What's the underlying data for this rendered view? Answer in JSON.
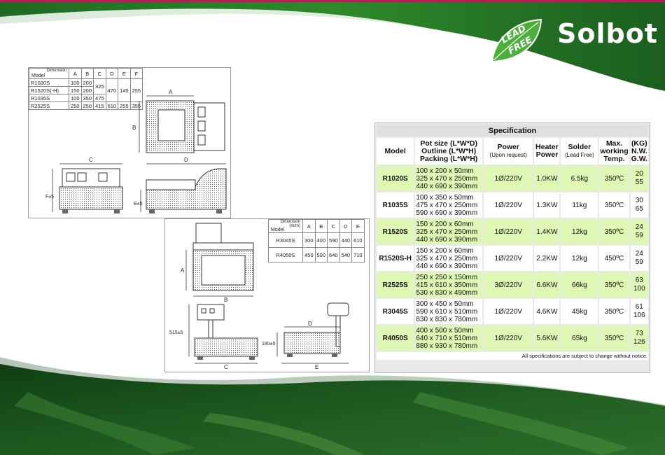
{
  "brand": {
    "name": "Solbot",
    "badge_line1": "LEAD",
    "badge_line2": "FREE"
  },
  "dimension_table_1": {
    "header_corner_top": "Dimension",
    "header_corner_bottom": "Model",
    "columns": [
      "A",
      "B",
      "C",
      "D",
      "E",
      "F"
    ],
    "rows": [
      {
        "model": "R1020S",
        "a": "100",
        "b": "200"
      },
      {
        "model": "R1520S(-H)",
        "a": "150",
        "b": "200"
      },
      {
        "model": "R1035S",
        "a": "100",
        "b": "350",
        "c": "475"
      },
      {
        "model": "R2525S",
        "a": "250",
        "b": "250",
        "c": "415",
        "d": "610",
        "e": "255",
        "f": "355"
      }
    ],
    "merged_c": "325",
    "merged_d": "470",
    "merged_e": "145",
    "merged_f": "255"
  },
  "drawing_1_labels": {
    "a": "A",
    "b": "B",
    "c": "C",
    "d": "D",
    "f": "F±5",
    "e": "E±5"
  },
  "dimension_table_2": {
    "header_corner_top": "Dimension",
    "header_corner_unit": "(m/m)",
    "header_corner_bottom": "Model",
    "columns": [
      "A",
      "B",
      "C",
      "D",
      "E"
    ],
    "rows": [
      {
        "model": "R3045S",
        "a": "300",
        "b": "400",
        "c": "590",
        "d": "440",
        "e": "610"
      },
      {
        "model": "R4050S",
        "a": "450",
        "b": "500",
        "c": "640",
        "d": "540",
        "e": "710"
      }
    ]
  },
  "drawing_2_labels": {
    "a": "A",
    "b": "B",
    "c": "C",
    "d": "D",
    "e": "E",
    "h1": "515±5",
    "h2": "180±5"
  },
  "spec": {
    "title": "Specification",
    "headers": {
      "model": "Model",
      "pot1": "Pot size (L*W*D)",
      "pot2": "Outline (L*W*H)",
      "pot3": "Packing (L*W*H)",
      "power": "Power",
      "power_sub": "(Upon request)",
      "heater1": "Heater",
      "heater2": "Power",
      "solder": "Solder",
      "solder_sub": "(Lead Free)",
      "temp1": "Max.",
      "temp2": "working",
      "temp3": "Temp.",
      "w1": "(KG)",
      "w2": "N.W.",
      "w3": "G.W."
    },
    "rows": [
      {
        "model": "R1020S",
        "pot": [
          "100 x 200 x   50mm",
          "325 x 470 x 250mm",
          "440 x 690 x 390mm"
        ],
        "power": "1Ø/220V",
        "heater": "1.0KW",
        "solder": "6.5kg",
        "temp": "350ºC",
        "nw": "20",
        "gw": "55"
      },
      {
        "model": "R1035S",
        "pot": [
          "100 x 350 x   50mm",
          "475 x 470 x 250mm",
          "590 x 690 x 390mm"
        ],
        "power": "1Ø/220V",
        "heater": "1.3KW",
        "solder": "11kg",
        "temp": "350ºC",
        "nw": "30",
        "gw": "65"
      },
      {
        "model": "R1520S",
        "pot": [
          "150 x 200 x   60mm",
          "325 x 470 x 250mm",
          "440 x 690 x 390mm"
        ],
        "power": "1Ø/220V",
        "heater": "1.4KW",
        "solder": "12kg",
        "temp": "350ºC",
        "nw": "24",
        "gw": "59"
      },
      {
        "model": "R1520S-H",
        "pot": [
          "150 x 200 x   60mm",
          "325 x 470 x 250mm",
          "440 x 690 x 390mm"
        ],
        "power": "1Ø/220V",
        "heater": "2.2KW",
        "solder": "12kg",
        "temp": "450ºC",
        "nw": "24",
        "gw": "59"
      },
      {
        "model": "R2525S",
        "pot": [
          "250 x 250 x 150mm",
          "415 x 610 x 350mm",
          "530 x 830 x 490mm"
        ],
        "power": "3Ø/220V",
        "heater": "6.6KW",
        "solder": "66kg",
        "temp": "350ºC",
        "nw": "63",
        "gw": "100"
      },
      {
        "model": "R3045S",
        "pot": [
          "300 x 450 x   50mm",
          "590 x 610 x 510mm",
          "830 x 830 x 780mm"
        ],
        "power": "1Ø/220V",
        "heater": "4.6KW",
        "solder": "45kg",
        "temp": "350ºC",
        "nw": "61",
        "gw": "106"
      },
      {
        "model": "R4050S",
        "pot": [
          "400 x 500 x   50mm",
          "640 x 710 x 510mm",
          "880 x 930 x 780mm"
        ],
        "power": "1Ø/220V",
        "heater": "5.6KW",
        "solder": "65kg",
        "temp": "350ºC",
        "nw": "73",
        "gw": "126"
      }
    ],
    "note": "All specifications are subject to change without notice.",
    "highlight_color": "#dff7b4"
  }
}
